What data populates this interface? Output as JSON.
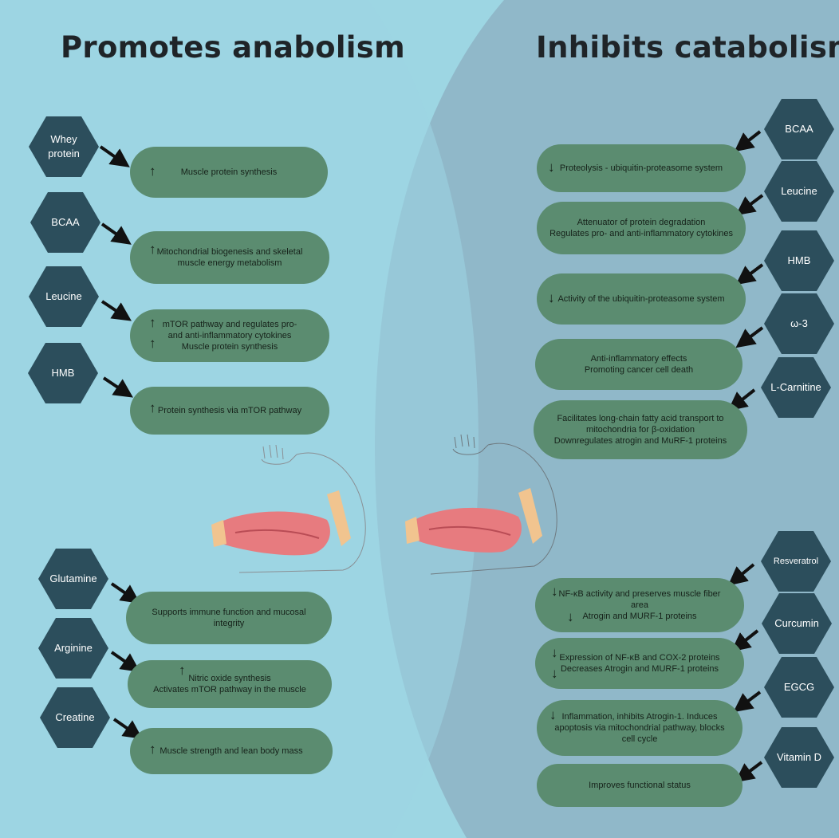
{
  "titles": {
    "left": "Promotes anabolism",
    "right": "Inhibits catabolism"
  },
  "colors": {
    "left_panel": "#9dd6e3",
    "right_panel": "#90b8c9",
    "hexagon": "#2c4e5c",
    "pill": "#5b8c70",
    "arrow": "#111111"
  },
  "left": {
    "hexagons": [
      "Whey\nprotein",
      "BCAA",
      "Leucine",
      "HMB",
      "Glutamine",
      "Arginine",
      "Creatine"
    ],
    "effects": [
      [
        "Muscle protein synthesis"
      ],
      [
        "Mitochondrial biogenesis and skeletal",
        "muscle energy metabolism"
      ],
      [
        "mTOR pathway and regulates pro-",
        "and anti-inflammatory cytokines",
        "Muscle protein synthesis"
      ],
      [
        "Protein synthesis via mTOR pathway"
      ],
      [
        "Supports immune function and mucosal",
        "integrity"
      ],
      [
        "Nitric oxide synthesis",
        "Activates mTOR pathway in the muscle"
      ],
      [
        "Muscle strength and lean body mass"
      ]
    ]
  },
  "right": {
    "hexagons": [
      "BCAA",
      "Leucine",
      "HMB",
      "ω-3",
      "L-Carnitine",
      "Resveratrol",
      "Curcumin",
      "EGCG",
      "Vitamin D"
    ],
    "effects": [
      [
        "Proteolysis - ubiquitin-proteasome system"
      ],
      [
        "Attenuator of protein degradation",
        "Regulates pro- and anti-inflammatory cytokines"
      ],
      [
        "Activity of the ubiquitin-proteasome system"
      ],
      [
        "Anti-inflammatory effects",
        "Promoting cancer cell death"
      ],
      [
        "Facilitates long-chain fatty acid transport to",
        "mitochondria for β-oxidation",
        "Downregulates atrogin and MuRF-1 proteins"
      ],
      [
        "NF-κB activity and preserves muscle fiber",
        "area",
        "Atrogin and MURF-1 proteins"
      ],
      [
        "Expression of NF-κB and COX-2 proteins",
        "Decreases Atrogin and MURF-1 proteins"
      ],
      [
        "Inflammation, inhibits Atrogin-1. Induces",
        "apoptosis via mitochondrial pathway, blocks",
        "cell cycle"
      ],
      [
        "Improves functional status"
      ]
    ]
  },
  "arrow_symbols": {
    "up": "↑",
    "down": "↓"
  }
}
